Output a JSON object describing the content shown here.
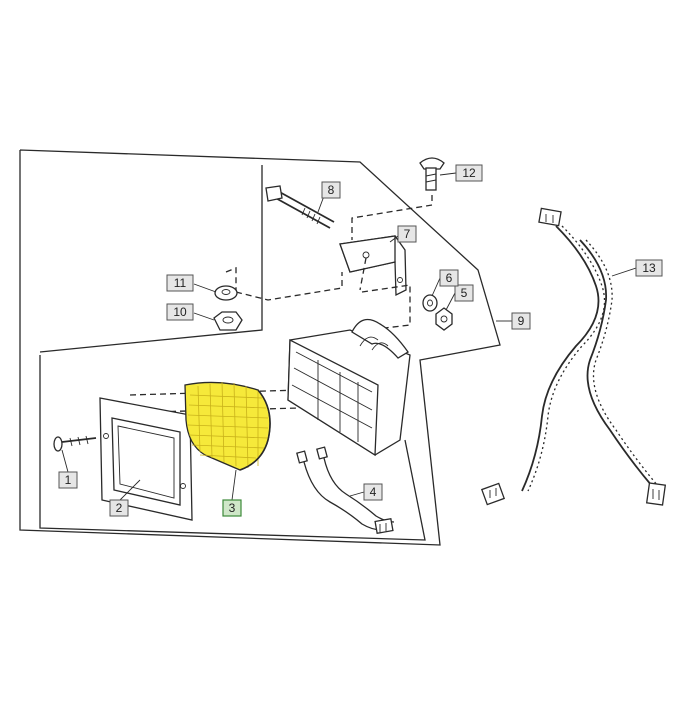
{
  "diagram": {
    "callouts": [
      {
        "id": "c1",
        "label": "1"
      },
      {
        "id": "c2",
        "label": "2"
      },
      {
        "id": "c3",
        "label": "3",
        "highlight": true
      },
      {
        "id": "c4",
        "label": "4"
      },
      {
        "id": "c5",
        "label": "5"
      },
      {
        "id": "c6",
        "label": "6"
      },
      {
        "id": "c7",
        "label": "7"
      },
      {
        "id": "c8",
        "label": "8"
      },
      {
        "id": "c9",
        "label": "9"
      },
      {
        "id": "c10",
        "label": "10"
      },
      {
        "id": "c11",
        "label": "11"
      },
      {
        "id": "c12",
        "label": "12"
      },
      {
        "id": "c13",
        "label": "13"
      }
    ],
    "colors": {
      "highlight_lens": "#f6e93a",
      "highlight_box": "#cfe7c8",
      "callout_box": "#e6e6e6",
      "line": "#2a2a2a"
    }
  }
}
